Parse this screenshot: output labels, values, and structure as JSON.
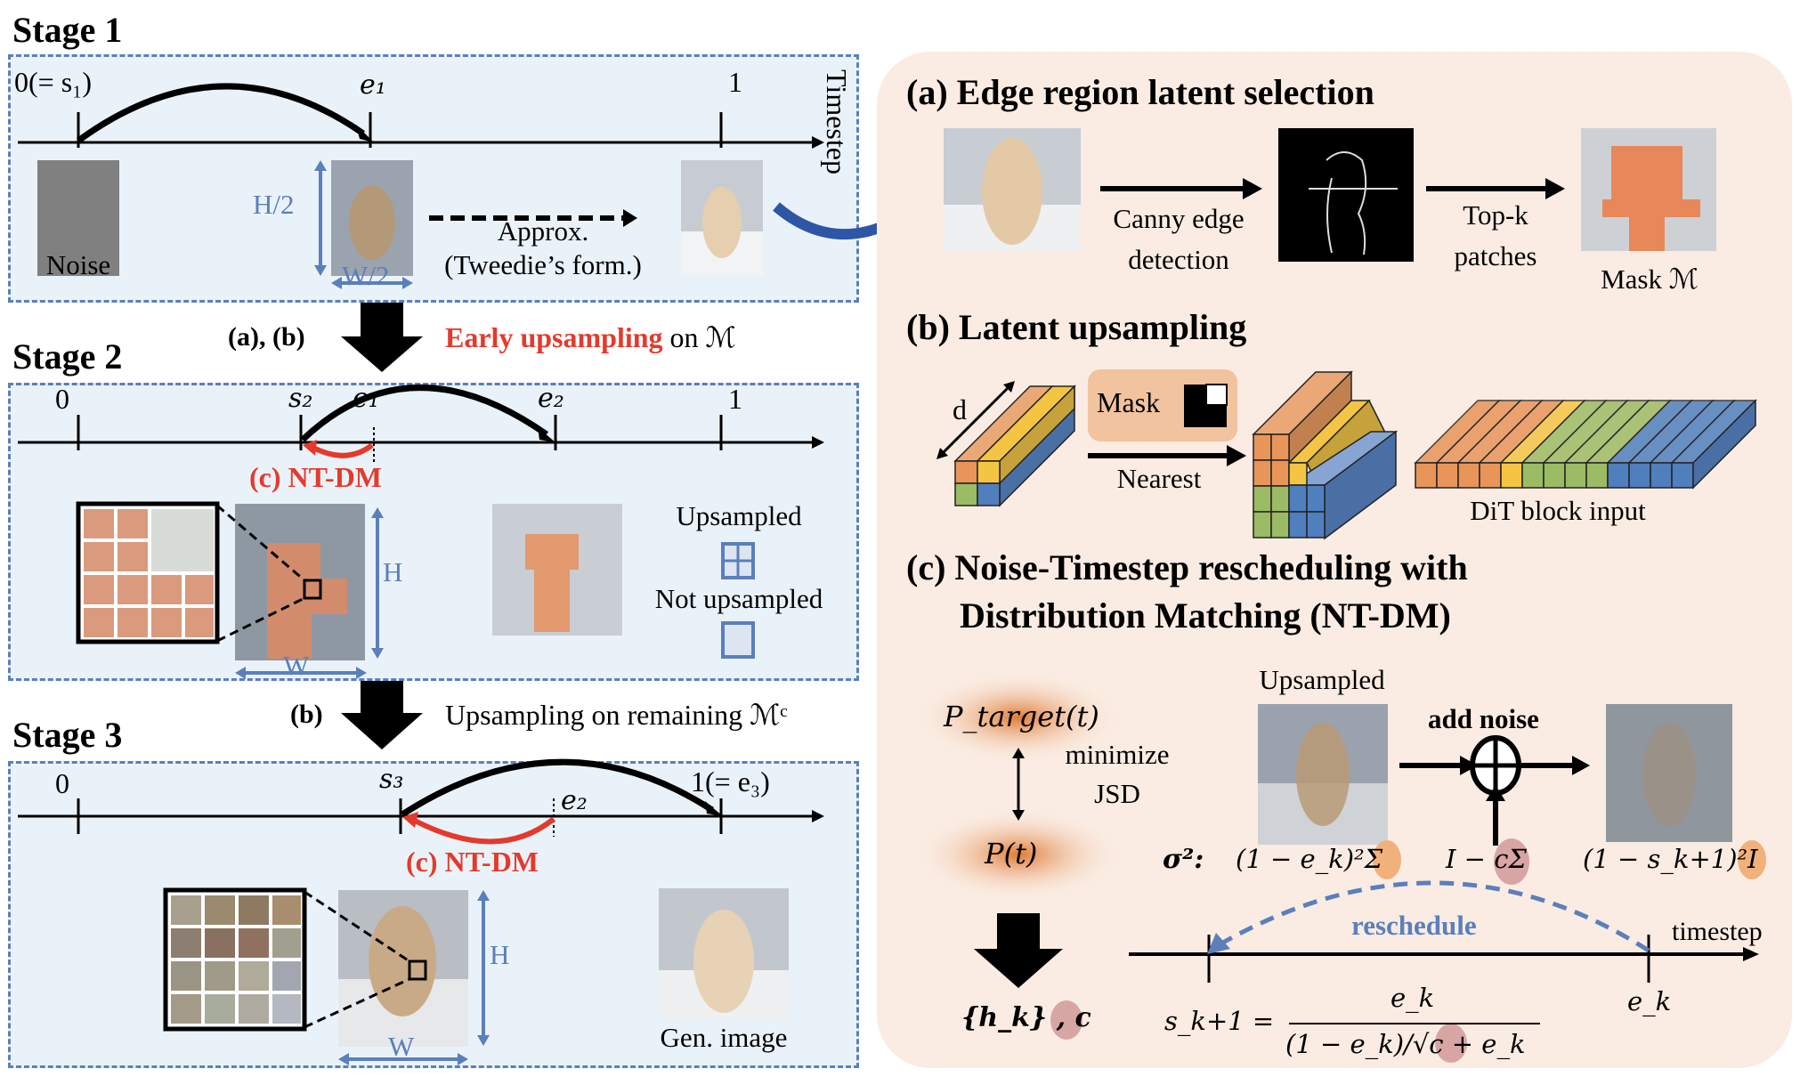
{
  "stages": [
    {
      "title": "Stage 1",
      "ticks": [
        "0(= s₁)",
        "e₁",
        "1"
      ],
      "axis_label": "Timestep",
      "noise_label": "Noise",
      "h_label": "H/2",
      "w_label": "W/2",
      "approx_label_1": "Approx.",
      "approx_label_2": "(Tweedie’s form.)"
    },
    {
      "title": "Stage 2",
      "ticks": [
        "0",
        "s₂",
        "e₁",
        "e₂",
        "1"
      ],
      "ntdm_label": "(c) NT-DM",
      "h_label": "H",
      "w_label": "W",
      "legend_upsampled": "Upsampled",
      "legend_not_upsampled": "Not upsampled"
    },
    {
      "title": "Stage 3",
      "ticks": [
        "0",
        "s₃",
        "e₂",
        "1(= e₃)"
      ],
      "ntdm_label": "(c) NT-DM",
      "h_label": "H",
      "w_label": "W",
      "gen_label": "Gen. image"
    }
  ],
  "transitions": [
    {
      "left_label": "(a), (b)",
      "highlight": "Early upsampling",
      "rest": " on ℳ"
    },
    {
      "left_label": "(b)",
      "highlight": "",
      "rest": "Upsampling on remaining ℳᶜ"
    }
  ],
  "panel_a": {
    "title": "(a) Edge region latent selection",
    "step1_label_1": "Canny edge",
    "step1_label_2": "detection",
    "step2_label_1": "Top-k",
    "step2_label_2": "patches",
    "mask_label": "Mask ℳ"
  },
  "panel_b": {
    "title": "(b) Latent upsampling",
    "d_label": "d",
    "mask_box_label": "Mask",
    "arrow_label": "Nearest",
    "dit_label": "DiT block input"
  },
  "panel_c": {
    "title_1": "(c) Noise-Timestep rescheduling with",
    "title_2": "Distribution Matching (NT-DM)",
    "p_target": "P_target(t)",
    "p_t": "P(t)",
    "minimize_1": "minimize",
    "minimize_2": "JSD",
    "output": "{h_k} , c",
    "upsampled_label": "Upsampled",
    "add_noise_label": "add noise",
    "sigma_label": "σ²:",
    "sigma_1": "(1 − e_k)²Σ",
    "sigma_2": "I − cΣ",
    "sigma_3": "(1 − s_k+1)²I",
    "reschedule_label": "reschedule",
    "timestep_label": "timestep",
    "tick_left": "s_k+1",
    "tick_right": "e_k",
    "formula_lhs": "s_k+1 =",
    "formula_num": "e_k",
    "formula_den": "(1 − e_k)/√c + e_k"
  },
  "colors": {
    "stage_bg": "#eaf2f9",
    "stage_border": "#5b7fbb",
    "panel_bg": "#faece2",
    "accent_red": "#e43a2c",
    "accent_blue": "#5b7fbb",
    "orange": "#e8955a",
    "yellow": "#f3c543",
    "green": "#9bbb64",
    "blue": "#4f7fbd"
  }
}
